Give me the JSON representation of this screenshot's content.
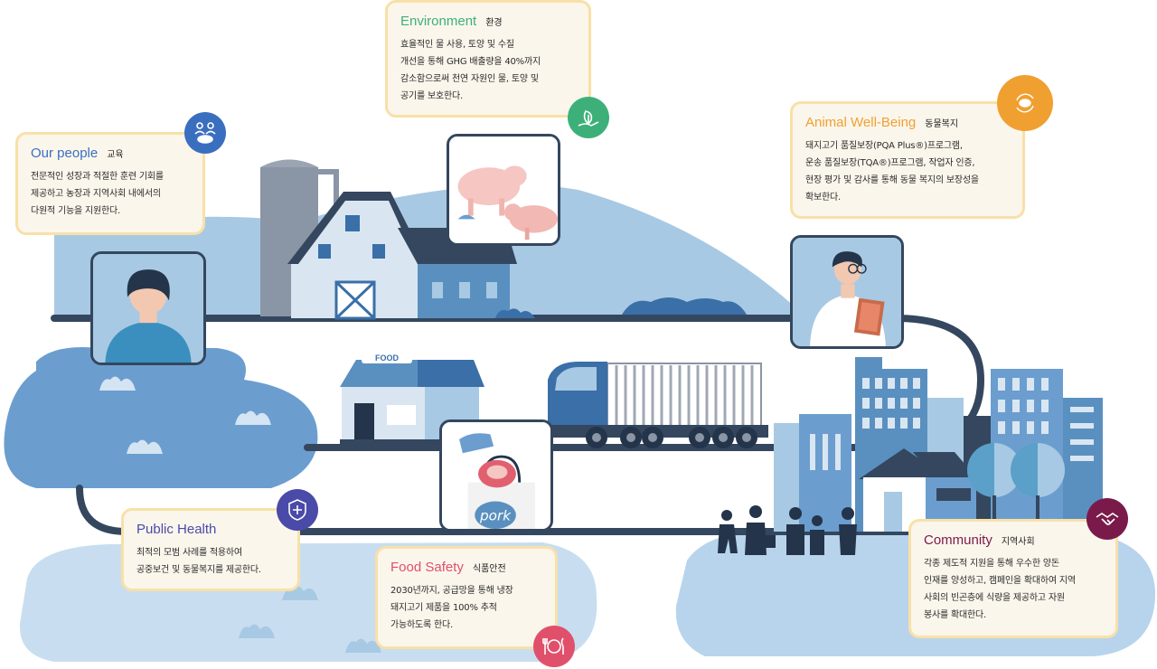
{
  "colors": {
    "navy": "#34475e",
    "blue_light": "#a8c9e3",
    "blue_mid": "#6b9ecf",
    "card_bg": "#fbf6ec",
    "card_border": "#f8e0a8",
    "people": "#3a6fc0",
    "environment": "#3db07a",
    "animal": "#f0a030",
    "public_health": "#4a4aa8",
    "food_safety": "#e0506a",
    "community": "#7a1a4a"
  },
  "cards": {
    "people": {
      "title_en": "Our people",
      "title_ko": "교육",
      "body": "전문적인 성장과 적절한 훈련 기회를\n제공하고 농장과 지역사회 내에서의\n다원적 기능을 지원한다.",
      "icon": "people-pig-icon"
    },
    "environment": {
      "title_en": "Environment",
      "title_ko": "환경",
      "body": "효율적인 물 사용, 토양 및 수질\n개선을 통해 GHG 배출량을 40%까지\n감소함으로써 천연 자원인 물, 토양 및\n공기를 보호한다.",
      "icon": "leaf-hand-icon"
    },
    "animal": {
      "title_en": "Animal Well-Being",
      "title_ko": "동물복지",
      "body": "돼지고기 품질보장(PQA Plus®)프로그램,\n운송 품질보장(TQA®)프로그램, 작업자 인증,\n현장 평가 및 감사를 통해 동물 복지의 보장성을\n확보한다.",
      "icon": "pig-cycle-icon"
    },
    "public_health": {
      "title_en": "Public Health",
      "title_ko": "",
      "body": "최적의 모범 사례를 적용하여\n공중보건 및 동물복지를 제공한다.",
      "icon": "shield-cross-icon"
    },
    "food_safety": {
      "title_en": "Food Safety",
      "title_ko": "식품안전",
      "body": "2030년까지, 공급망을 통해 냉장\n돼지고기 제품을 100% 추적\n가능하도록 한다.",
      "icon": "plate-cutlery-icon"
    },
    "community": {
      "title_en": "Community",
      "title_ko": "지역사회",
      "body": "각종 제도적 지원을 통해 우수한 양돈\n인재를 양성하고, 캠페인을 확대하여 지역\n사회의 빈곤층에 식량을 제공하고 자원\n봉사를 확대한다.",
      "icon": "handshake-icon"
    }
  },
  "scene": {
    "store_sign": "FOOD",
    "bag_label": "pork"
  }
}
